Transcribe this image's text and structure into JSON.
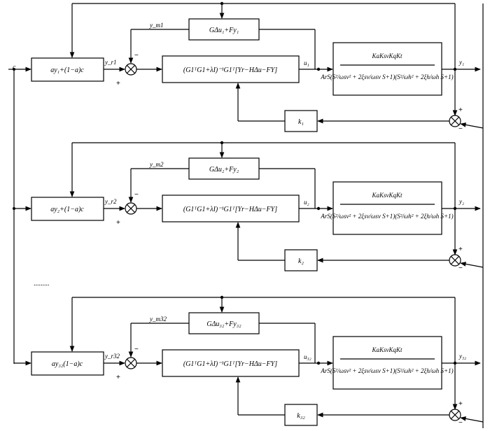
{
  "input_label": "c",
  "ellipsis": ".........",
  "loops": [
    {
      "ref_text": "ay₁+(1−a)c",
      "yr_label": "y_r1",
      "ym_label": "y_m1",
      "pred_text": "GΔu₁+Fy₁",
      "ctrl_text": "(G1ᵀG1+λI)⁻¹G1ᵀ[Yr−HΔu−FY]",
      "u_label": "u₁",
      "plant_num": "KaKsvKqKt",
      "plant_den": "ArS(S²/ωsv² + 2ξsv/ωsv S+1)(S²/ωh² + 2ξh/ωh S+1)",
      "y_label": "y₁",
      "k_label": "k₁",
      "sign_ref": "+",
      "sign_pred": "−",
      "sign_out": "+",
      "sign_sub": "−"
    },
    {
      "ref_text": "ay₂+(1−a)c",
      "yr_label": "y_r2",
      "ym_label": "y_m2",
      "pred_text": "GΔu₂+Fy₂",
      "ctrl_text": "(G1ᵀG1+λI)⁻¹G1ᵀ[Yr−HΔu−FY]",
      "u_label": "u₂",
      "plant_num": "KaKsvKqKt",
      "plant_den": "ArS(S²/ωsv² + 2ξsv/ωsv S+1)(S²/ωh² + 2ξh/ωh S+1)",
      "y_label": "y₂",
      "k_label": "k₂",
      "sign_ref": "+",
      "sign_pred": "−",
      "sign_out": "+",
      "sign_sub": "−"
    },
    {
      "ref_text": "ay₃₂(1−a)c",
      "yr_label": "y_r32",
      "ym_label": "y_m32",
      "pred_text": "GΔu₃₂+Fy₃₂",
      "ctrl_text": "(G1ᵀG1+λI)⁻¹G1ᵀ[Yr−HΔu−FY]",
      "u_label": "u₃₂",
      "plant_num": "KaKsvKqKt",
      "plant_den": "ArS(S²/ωsv² + 2ξsv/ωsv S+1)(S²/ωh² + 2ξh/ωh S+1)",
      "y_label": "y₃₂",
      "k_label": "k₃₂",
      "sign_ref": "+",
      "sign_pred": "−",
      "sign_out": "+",
      "sign_sub": "−"
    }
  ]
}
